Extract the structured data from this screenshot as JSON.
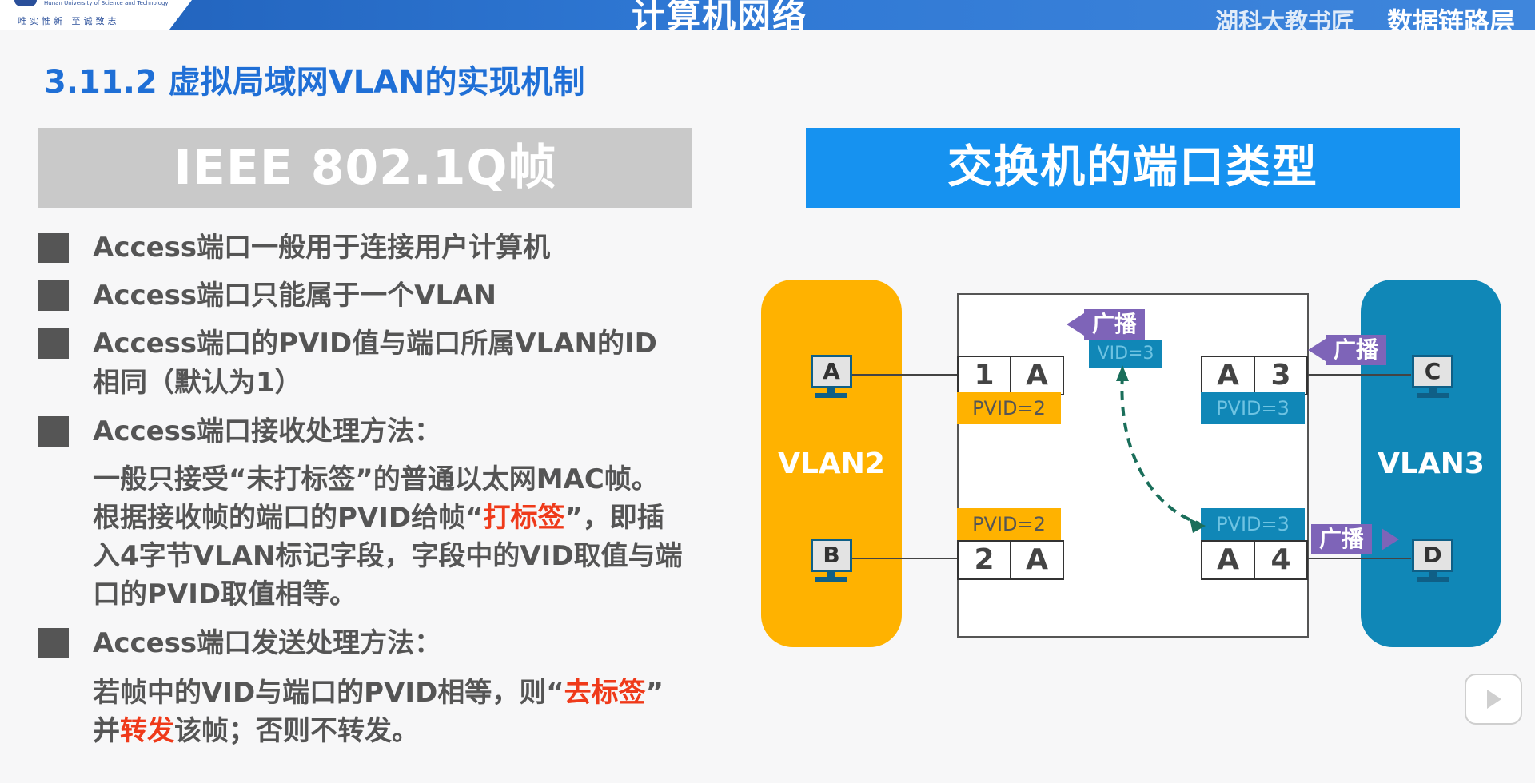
{
  "header": {
    "logo_top": "Hunan University of Science and Technology",
    "logo_bottom": "唯实惟新 至诚致志",
    "course_title": "计算机网络",
    "school": "湖科大教书匠",
    "watermark": "数据链路层"
  },
  "slide": {
    "section_title": "3.11.2 虚拟局域网VLAN的实现机制",
    "left_banner": "IEEE 802.1Q帧",
    "right_banner": "交换机的端口类型",
    "bullets": [
      "Access端口一般用于连接用户计算机",
      "Access端口只能属于一个VLAN",
      "Access端口的PVID值与端口所属VLAN的ID",
      "Access端口接收处理方法：",
      "Access端口发送处理方法："
    ],
    "bullet3_line2": "相同（默认为1）",
    "receive_lines": {
      "l1": "一般只接受“未打标签”的普通以太网MAC帧。",
      "l2_a": "根据接收帧的端口的PVID给帧“",
      "l2_red": "打标签",
      "l2_b": "”，即插",
      "l3": "入4字节VLAN标记字段，字段中的VID取值与端",
      "l4": "口的PVID取值相等。"
    },
    "send_lines": {
      "l1_a": "若帧中的VID与端口的PVID相等，则“",
      "l1_red": "去标签",
      "l1_b": "”",
      "l2_a": "并",
      "l2_red": "转发",
      "l2_b": "该帧；否则不转发。"
    }
  },
  "diagram": {
    "vlan_left": "VLAN2",
    "vlan_right": "VLAN3",
    "pcs": {
      "a": "A",
      "b": "B",
      "c": "C",
      "d": "D"
    },
    "ports": {
      "p1": {
        "num": "1",
        "type": "A",
        "pvid": "PVID=2"
      },
      "p2": {
        "num": "2",
        "type": "A",
        "pvid": "PVID=2"
      },
      "p3": {
        "num": "3",
        "type": "A",
        "pvid": "PVID=3"
      },
      "p4": {
        "num": "4",
        "type": "A",
        "pvid": "PVID=3"
      }
    },
    "broadcast": "广播",
    "vid_tag": "VID=3",
    "colors": {
      "vlan2": "#ffb200",
      "vlan3": "#1087b7",
      "broadcast": "#7e64b8",
      "path": "#1a6e5a"
    }
  }
}
